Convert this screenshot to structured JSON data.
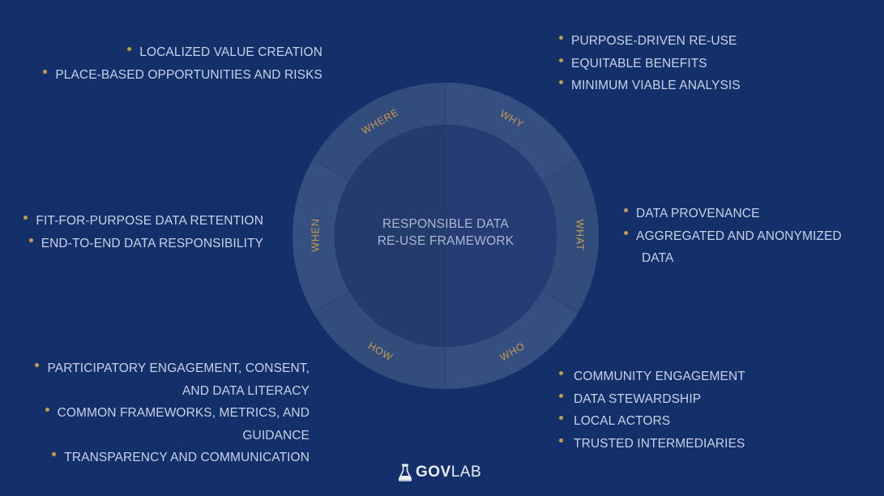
{
  "diagram": {
    "center": {
      "line1": "RESPONSIBLE DATA",
      "line2": "RE-USE FRAMEWORK"
    },
    "segments": {
      "why": "WHY",
      "what": "WHAT",
      "who": "WHO",
      "how": "HOW",
      "when": "WHEN",
      "where": "WHERE"
    }
  },
  "lists": {
    "where": [
      "LOCALIZED VALUE CREATION",
      "PLACE-BASED OPPORTUNITIES AND RISKS"
    ],
    "why": [
      "PURPOSE-DRIVEN RE-USE",
      "EQUITABLE BENEFITS",
      "MINIMUM VIABLE ANALYSIS"
    ],
    "when": [
      "FIT-FOR-PURPOSE DATA RETENTION",
      "END-TO-END DATA RESPONSIBILITY"
    ],
    "what": [
      "DATA PROVENANCE",
      "AGGREGATED AND ANONYMIZED",
      "DATA"
    ],
    "how": [
      "PARTICIPATORY ENGAGEMENT, CONSENT,",
      "AND DATA LITERACY",
      "COMMON FRAMEWORKS, METRICS, AND",
      "GUIDANCE",
      "TRANSPARENCY AND COMMUNICATION"
    ],
    "who": [
      "COMMUNITY ENGAGEMENT",
      "DATA STEWARDSHIP",
      "LOCAL ACTORS",
      "TRUSTED INTERMEDIARIES"
    ]
  },
  "logo": {
    "gov": "GOV",
    "lab": "LAB",
    "icon": "flask-icon"
  },
  "colors": {
    "background": "#14306a",
    "accent": "#c99a4e",
    "ring": "#34507f",
    "inner": "#243b6e"
  }
}
